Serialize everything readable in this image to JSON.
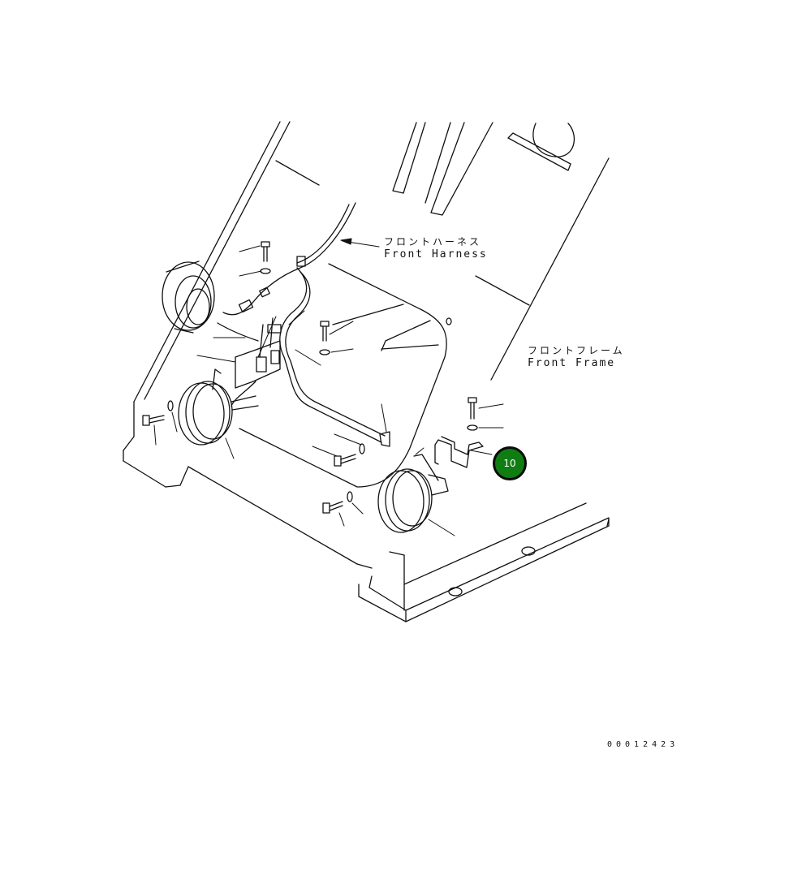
{
  "labels": {
    "front_harness_jp": "フロントハーネス",
    "front_harness_en": "Front Harness",
    "front_frame_jp": "フロントフレーム",
    "front_frame_en": "Front Frame"
  },
  "callout": {
    "number": "10",
    "color": "#0f7d12"
  },
  "document_number": "00012423"
}
